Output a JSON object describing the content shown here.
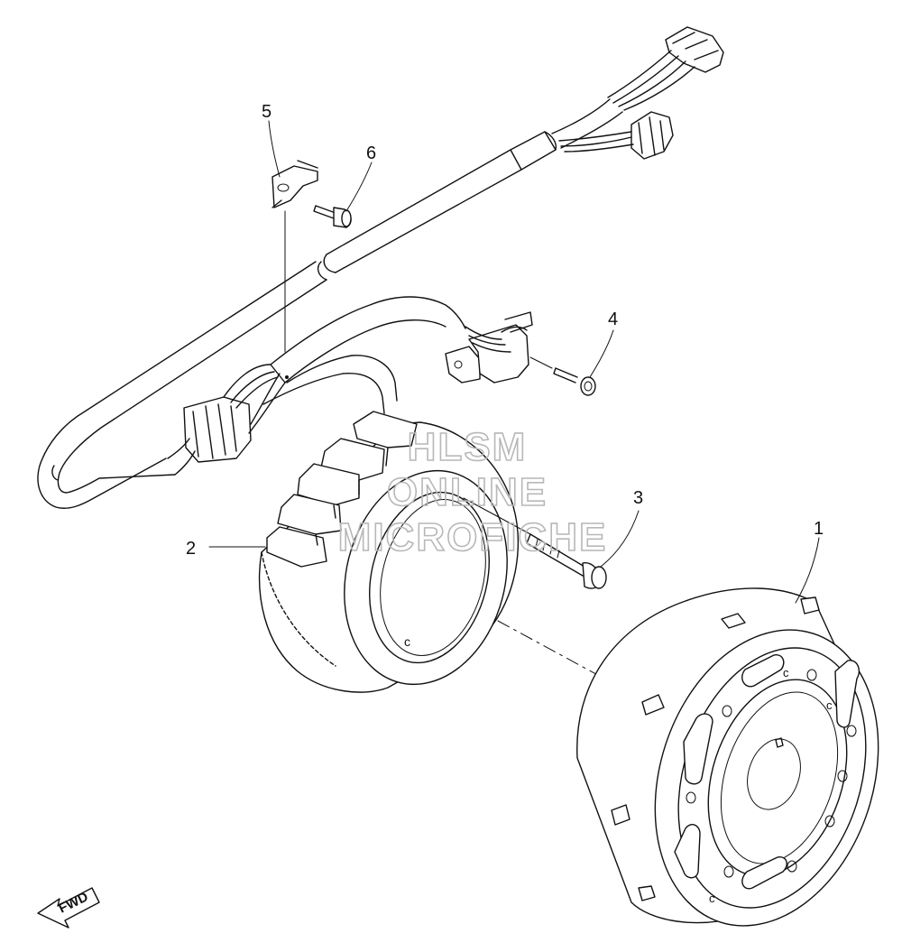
{
  "callouts": [
    {
      "id": "1",
      "label": "1",
      "part": "flywheel-rotor"
    },
    {
      "id": "2",
      "label": "2",
      "part": "stator-assembly"
    },
    {
      "id": "3",
      "label": "3",
      "part": "stator-bolt"
    },
    {
      "id": "4",
      "label": "4",
      "part": "pickup-screw"
    },
    {
      "id": "5",
      "label": "5",
      "part": "wire-clamp"
    },
    {
      "id": "6",
      "label": "6",
      "part": "clamp-screw"
    }
  ],
  "watermark": {
    "line1": "HLSM",
    "line2": "ONLINE",
    "line3": "MICROFICHE"
  },
  "direction_badge": {
    "label": "FWD"
  },
  "colors": {
    "line": "#111111",
    "background": "#ffffff",
    "watermark": "#b8b8b8"
  }
}
